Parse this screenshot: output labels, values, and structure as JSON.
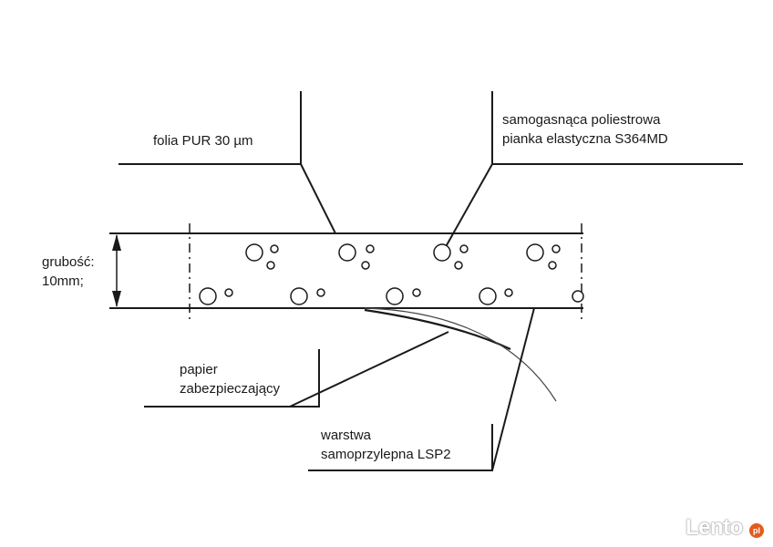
{
  "labels": {
    "folia_pur": "folia PUR 30 µm",
    "pianka_line1": "samogasnąca poliestrowa",
    "pianka_line2": "pianka elastyczna S364MD",
    "grubosc_line1": "grubość:",
    "grubosc_line2": "10mm;",
    "papier_line1": "papier",
    "papier_line2": "zabezpieczający",
    "warstwa_line1": "warstwa",
    "warstwa_line2": "samoprzylepna LSP2"
  },
  "watermark": {
    "text": "Lento",
    "badge": "pl",
    "badge_color": "#e55a1b"
  },
  "colors": {
    "line": "#1a1a1a",
    "background": "#ffffff"
  }
}
